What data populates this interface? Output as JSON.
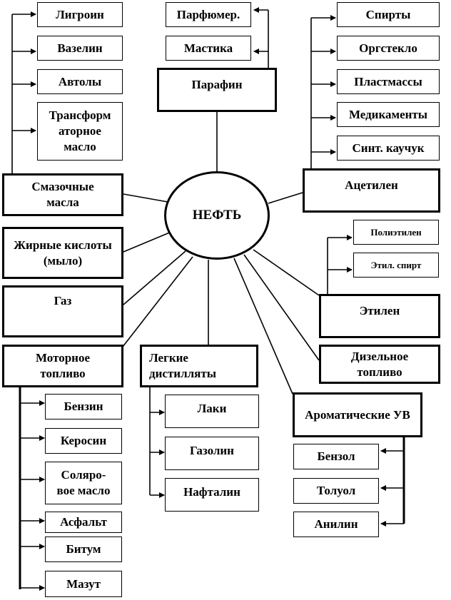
{
  "center": "НЕФТЬ",
  "lubricants": {
    "title": "Смазочные масла",
    "items": [
      "Лигроин",
      "Вазелин",
      "Автолы",
      "Трансформ аторное масло"
    ]
  },
  "paraffin": {
    "title": "Парафин",
    "items": [
      "Парфюмер.",
      "Мастика"
    ]
  },
  "acetylene": {
    "title": "Ацетилен",
    "items": [
      "Спирты",
      "Оргстекло",
      "Пластмассы",
      "Медикаменты",
      "Синт. каучук"
    ]
  },
  "fatty_acids": "Жирные кислоты (мыло)",
  "gas": "Газ",
  "ethylene": {
    "title": "Этилен",
    "items": [
      "Полиэтилен",
      "Этил. спирт"
    ]
  },
  "motor_fuel": {
    "title": "Моторное топливо",
    "items": [
      "Бензин",
      "Керосин",
      "Соляро-вое масло",
      "Асфальт",
      "Битум",
      "Мазут"
    ]
  },
  "light_distillates": {
    "title": "Легкие дистилляты",
    "items": [
      "Лаки",
      "Газолин",
      "Нафталин"
    ]
  },
  "diesel": "Дизельное топливо",
  "aromatic": {
    "title": "Ароматические УВ",
    "items": [
      "Бензол",
      "Толуол",
      "Анилин"
    ]
  }
}
